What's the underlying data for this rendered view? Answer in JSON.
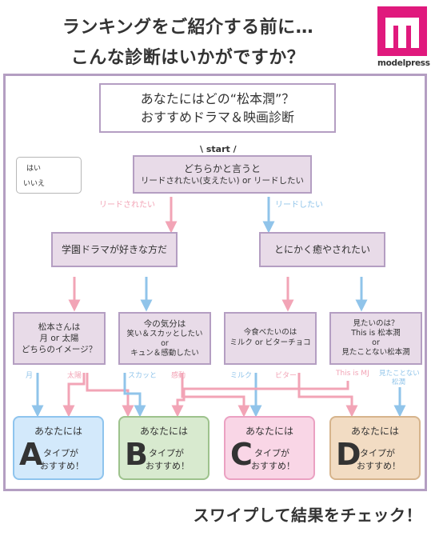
{
  "header": {
    "line1": "ランキングをご紹介する前に…",
    "line2": "こんな診断はいかがですか？"
  },
  "logo": {
    "text": "modelpress"
  },
  "title_box": {
    "line1": "あなたにはどの“松本潤”？",
    "line2": "おすすめドラマ＆映画診断"
  },
  "start_label": "\\ start /",
  "legend": {
    "yes": "はい",
    "no": "いいえ"
  },
  "q1": {
    "line1": "どちらかと言うと",
    "line2": "リードされたい(支えたい) or リードしたい"
  },
  "q1_options": {
    "left": "リードされたい",
    "right": "リードしたい"
  },
  "q2a": {
    "text": "学園ドラマが好きな方だ"
  },
  "q2b": {
    "text": "とにかく癒やされたい"
  },
  "q3": [
    {
      "line1": "松本さんは",
      "line2": "月 or 太陽",
      "line3": "どちらのイメージ？"
    },
    {
      "line1": "今の気分は",
      "line2": "笑い＆スカッとしたい",
      "line3": "or",
      "line4": "キュン＆感動したい"
    },
    {
      "line1": "今食べたいのは",
      "line2": "ミルク or ビターチョコ"
    },
    {
      "line1": "見たいのは？",
      "line2": "This is 松本潤",
      "line3": "or",
      "line4": "見たことない松本潤"
    }
  ],
  "branch_labels": {
    "moon": "月",
    "sun": "太陽",
    "refresh": "スカッと",
    "moved": "感動",
    "milk": "ミルク",
    "bitter": "ビター",
    "thisis": "This is MJ",
    "unseen1": "見たことない",
    "unseen2": "松潤"
  },
  "results": [
    {
      "top": "あなたには",
      "letter": "A",
      "r1": "タイプが",
      "r2": "おすすめ！",
      "bg": "#d3e9fb",
      "border": "#8ec4ee"
    },
    {
      "top": "あなたには",
      "letter": "B",
      "r1": "タイプが",
      "r2": "おすすめ！",
      "bg": "#d8eacf",
      "border": "#9dc28c"
    },
    {
      "top": "あなたには",
      "letter": "C",
      "r1": "タイプが",
      "r2": "おすすめ！",
      "bg": "#f9d6e6",
      "border": "#eba1c2"
    },
    {
      "top": "あなたには",
      "letter": "D",
      "r1": "タイプが",
      "r2": "おすすめ！",
      "bg": "#f2dcc3",
      "border": "#d6b48c"
    }
  ],
  "footer": "スワイプして結果をチェック！",
  "colors": {
    "frame": "#b49ec2",
    "yes_arrow": "#f2a4b6",
    "no_arrow": "#90c4ea",
    "brand": "#e0197d"
  }
}
